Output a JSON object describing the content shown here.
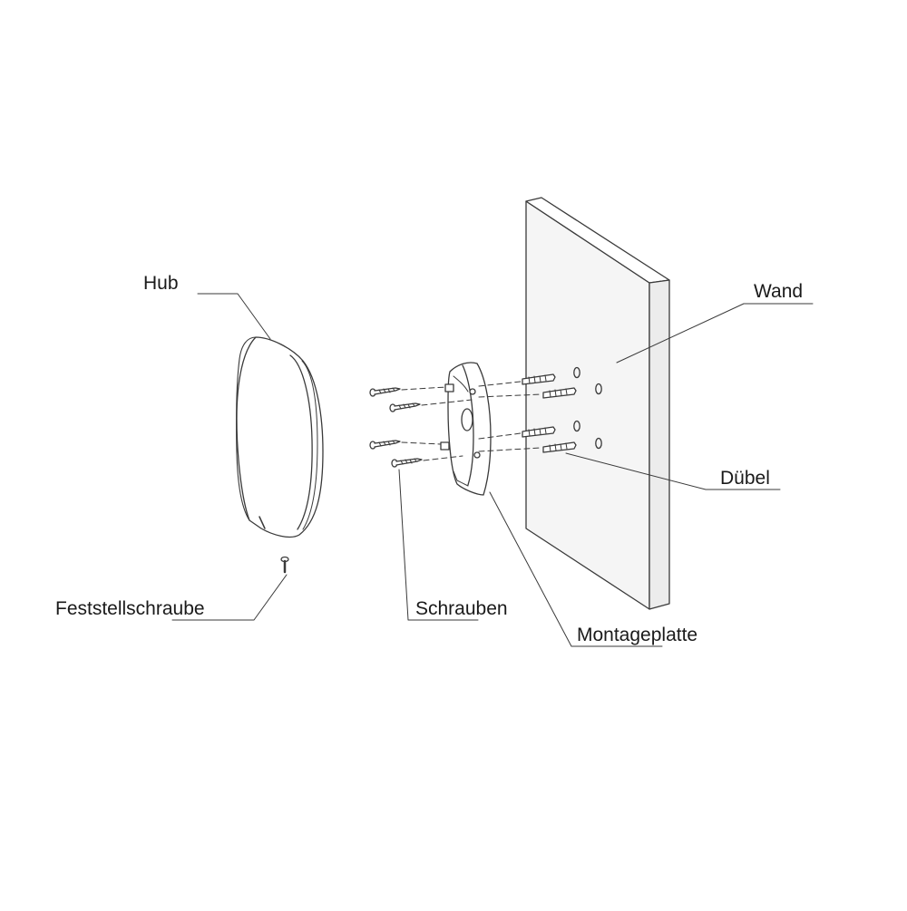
{
  "labels": {
    "hub": "Hub",
    "wand": "Wand",
    "duebel": "Dübel",
    "feststellschraube": "Feststellschraube",
    "schrauben": "Schrauben",
    "montageplatte": "Montageplatte"
  },
  "colors": {
    "line": "#3a3a3a",
    "fill": "#ffffff",
    "wall_fill": "#f4f4f4"
  }
}
